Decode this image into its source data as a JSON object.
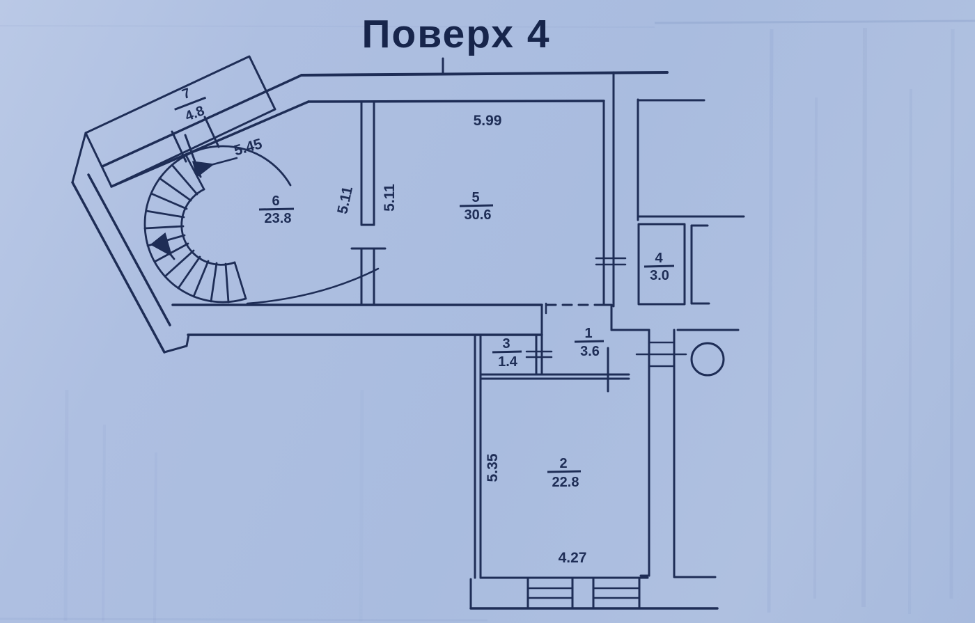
{
  "title": "Поверх 4",
  "rooms": {
    "r7": {
      "number": "7",
      "area": "4.8"
    },
    "r6": {
      "number": "6",
      "area": "23.8"
    },
    "r5": {
      "number": "5",
      "area": "30.6"
    },
    "r4": {
      "number": "4",
      "area": "3.0"
    },
    "r3": {
      "number": "3",
      "area": "1.4"
    },
    "r1": {
      "number": "1",
      "area": "3.6"
    },
    "r2": {
      "number": "2",
      "area": "22.8"
    }
  },
  "dimensions": {
    "diag_wall": "5.45",
    "room5_width": "5.99",
    "room6_side": "5.11",
    "room5_side": "5.11",
    "room2_height": "5.35",
    "room2_width": "4.27"
  },
  "colors": {
    "paper": "#aec0e1",
    "ink": "#1e2d56"
  }
}
